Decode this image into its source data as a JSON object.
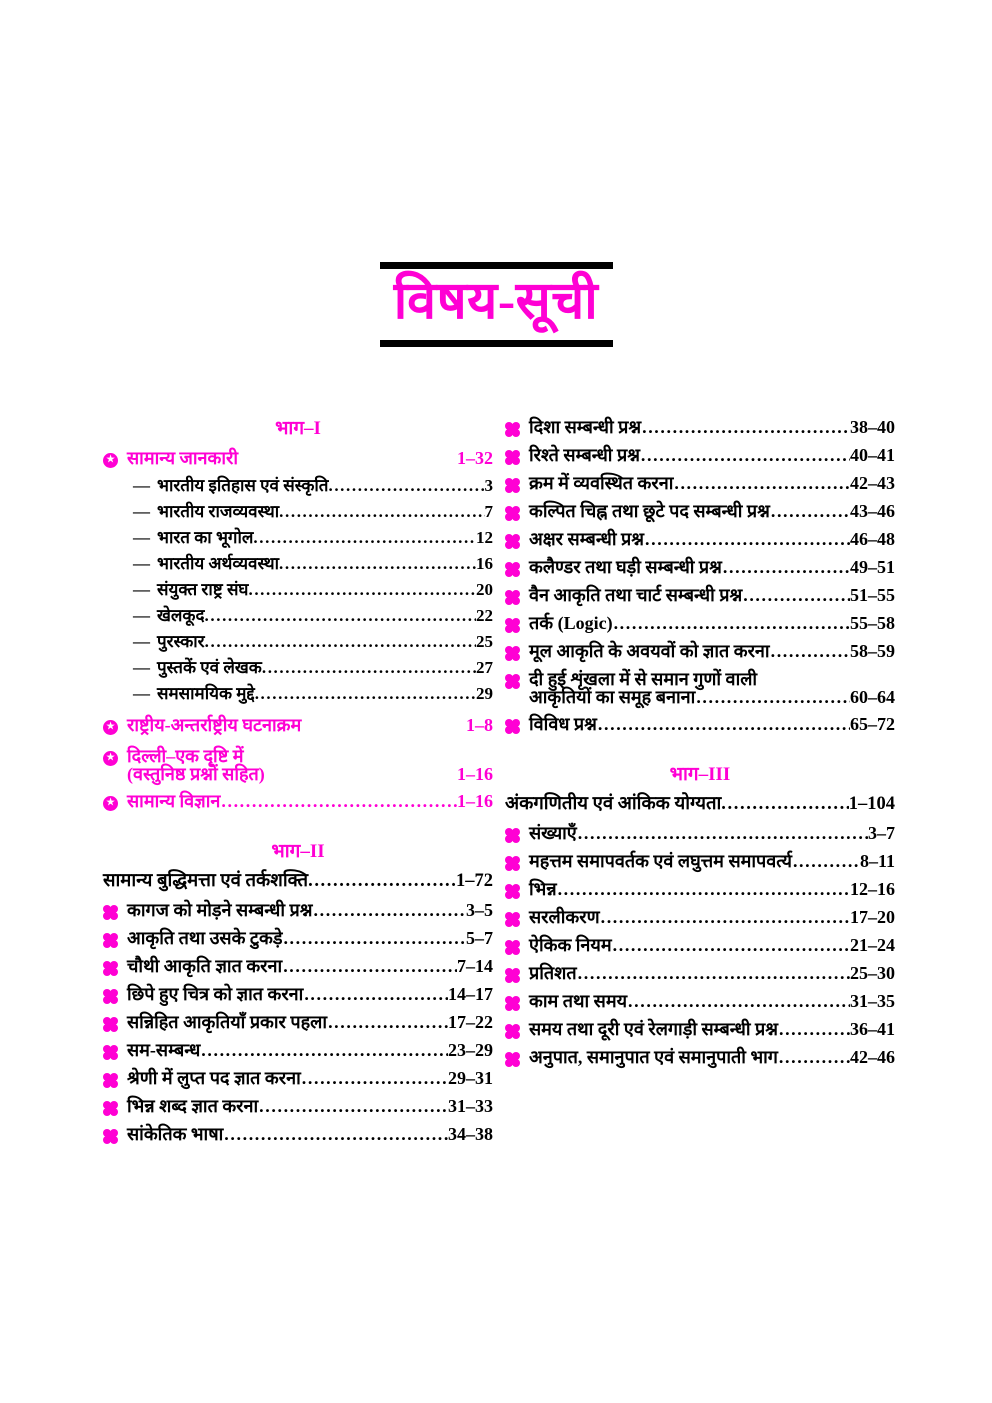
{
  "document": {
    "title": "विषय-सूची",
    "title_color": "#ff00d4",
    "leader_dots": "................................................................................................"
  },
  "left_column": {
    "part_heading": "भाग–I",
    "entries": [
      {
        "bullet": "star-circle-icon",
        "label": "सामान्य जानकारी",
        "pages": "1–32",
        "color": "#ff00d4",
        "has_leader": false
      }
    ],
    "sub_entries": [
      {
        "marker": "—",
        "label": "भारतीय इतिहास एवं संस्कृति",
        "pages": "3"
      },
      {
        "marker": "—",
        "label": "भारतीय राजव्यवस्था",
        "pages": "7"
      },
      {
        "marker": "—",
        "label": "भारत का भूगोल",
        "pages": "12"
      },
      {
        "marker": "—",
        "label": "भारतीय अर्थव्यवस्था",
        "pages": "16"
      },
      {
        "marker": "—",
        "label": "संयुक्त राष्ट्र संघ",
        "pages": "20"
      },
      {
        "marker": "—",
        "label": "खेलकूद",
        "pages": "22"
      },
      {
        "marker": "—",
        "label": "पुरस्कार",
        "pages": "25"
      },
      {
        "marker": "—",
        "label": "पुस्तकें एवं लेखक",
        "pages": "27"
      },
      {
        "marker": "—",
        "label": "समसामयिक मुद्दे",
        "pages": "29"
      }
    ],
    "entries_after": [
      {
        "bullet": "star-circle-icon",
        "label": "राष्ट्रीय-अन्तर्राष्ट्रीय घटनाक्रम",
        "pages": "1–8",
        "has_leader": false
      },
      {
        "bullet": "star-circle-icon",
        "label_line1": "दिल्ली–एक दृष्टि में",
        "label_line2": "(वस्तुनिष्ठ प्रश्नों सहित)",
        "pages": "1–16",
        "wrapped": true,
        "has_leader": false
      },
      {
        "bullet": "star-circle-icon",
        "label": "सामान्य विज्ञान",
        "pages": "1–16",
        "has_leader": true
      }
    ],
    "part2_heading": "भाग–II",
    "part2_section": {
      "label": "सामान्य बुद्धिमत्ता एवं तर्कशक्ति",
      "pages": "1–72"
    },
    "part2_items": [
      {
        "label": "कागज को मोड़ने सम्बन्धी प्रश्न",
        "pages": "3–5"
      },
      {
        "label": "आकृति तथा उसके टुकड़े",
        "pages": "5–7"
      },
      {
        "label": "चौथी आकृति ज्ञात करना",
        "pages": "7–14"
      },
      {
        "label": "छिपे हुए चित्र को ज्ञात करना",
        "pages": "14–17"
      },
      {
        "label": "सन्निहित आकृतियाँ प्रकार पहला",
        "pages": "17–22"
      },
      {
        "label": "सम-सम्बन्ध",
        "pages": "23–29"
      },
      {
        "label": "श्रेणी में लुप्त पद ज्ञात करना",
        "pages": "29–31"
      },
      {
        "label": "भिन्न शब्द ज्ञात करना",
        "pages": "31–33"
      },
      {
        "label": "सांकेतिक भाषा",
        "pages": "34–38"
      }
    ]
  },
  "right_column": {
    "part2_items_continued": [
      {
        "label": "दिशा सम्बन्धी प्रश्न",
        "pages": "38–40"
      },
      {
        "label": "रिश्ते सम्बन्धी प्रश्न",
        "pages": "40–41"
      },
      {
        "label": "क्रम में व्यवस्थित करना",
        "pages": "42–43"
      },
      {
        "label": "कल्पित चिह्न तथा छूटे पद सम्बन्धी प्रश्न",
        "pages": "43–46"
      },
      {
        "label": "अक्षर सम्बन्धी प्रश्न",
        "pages": "46–48"
      },
      {
        "label": "कलैण्डर तथा घड़ी सम्बन्धी प्रश्न",
        "pages": "49–51"
      },
      {
        "label": "वैन आकृति तथा चार्ट सम्बन्धी प्रश्न",
        "pages": "51–55"
      },
      {
        "label": "तर्क (Logic)",
        "pages": "55–58"
      },
      {
        "label": "मूल आकृति के अवयवों को ज्ञात करना",
        "pages": "58–59"
      }
    ],
    "wrapped_item": {
      "label_line1": "दी हुई शृंखला में से समान गुणों वाली",
      "label_line2": "आकृतियों का समूह बनाना",
      "pages": "60–64"
    },
    "last_item": {
      "label": "विविध प्रश्न",
      "pages": "65–72"
    },
    "part3_heading": "भाग–III",
    "part3_section": {
      "label": "अंकगणितीय एवं आंकिक योग्यता",
      "pages": "1–104"
    },
    "part3_items": [
      {
        "label": "संख्याएँ",
        "pages": "3–7"
      },
      {
        "label": "महत्तम समापवर्तक एवं लघुत्तम समापवर्त्य",
        "pages": "8–11"
      },
      {
        "label": "भिन्न",
        "pages": "12–16"
      },
      {
        "label": "सरलीकरण",
        "pages": "17–20"
      },
      {
        "label": "ऐकिक नियम",
        "pages": "21–24"
      },
      {
        "label": "प्रतिशत",
        "pages": "25–30"
      },
      {
        "label": "काम तथा समय",
        "pages": "31–35"
      },
      {
        "label": "समय तथा दूरी एवं रेलगाड़ी सम्बन्धी प्रश्न",
        "pages": "36–41"
      },
      {
        "label": "अनुपात, समानुपात एवं समानुपाती भाग",
        "pages": "42–46"
      }
    ]
  }
}
